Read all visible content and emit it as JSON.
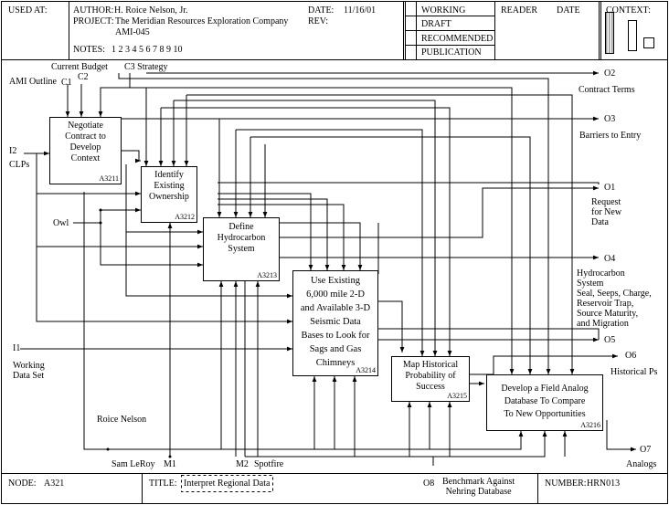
{
  "header": {
    "used_at": "USED AT:",
    "author_label": "AUTHOR:",
    "author_value": "H. Roice Nelson, Jr.",
    "project_label": "PROJECT:",
    "project_value": "The Meridian Resources Exploration Company",
    "project_value_2": "AMI-045",
    "date_label": "DATE:",
    "date_value": "11/16/01",
    "rev_label": "REV:",
    "notes_label": "NOTES:",
    "notes_numbers": "1   2   3   4   5   6   7   8   9   10",
    "status": [
      "WORKING",
      "DRAFT",
      "RECOMMENDED",
      "PUBLICATION"
    ],
    "reader_label": "READER",
    "date2_label": "DATE",
    "context_label": "CONTEXT:"
  },
  "footer": {
    "node_label": "NODE:",
    "node_value": "A321",
    "title_label": "TITLE:",
    "title_value": "Interpret Regional Data",
    "number_label": "NUMBER:",
    "number_value": "HRN013"
  },
  "activities": [
    {
      "label": "Negotiate\nContract to\nDevelop\nContext",
      "code": "A3211"
    },
    {
      "label": "Identify\nExisting\nOwnership",
      "code": "A3212"
    },
    {
      "label": "Define\nHydrocarbon\nSystem",
      "code": "A3213"
    },
    {
      "label": "Use Existing\n6,000 mile 2-D\nand Available 3-D\nSeismic Data\nBases to Look for\nSags and Gas\nChimneys",
      "code": "A3214"
    },
    {
      "label": "Map Historical\nProbability of\nSuccess",
      "code": "A3215"
    },
    {
      "label": "Develop a Field Analog\nDatabase To Compare\nTo New Opportunities",
      "code": "A3216"
    }
  ],
  "arrows": {
    "current_budget": "Current Budget",
    "c3": "C3 Strategy",
    "ami_outline": "AMI Outline",
    "c1": "C1",
    "c2": "C2",
    "i2": "I2",
    "clps": "CLPs",
    "owl": "Owl",
    "i1": "I1",
    "working_data_set": "Working\nData Set",
    "roice_nelson": "Roice Nelson",
    "sam_leroy": "Sam LeRoy",
    "m1": "M1",
    "m2": "M2",
    "spotfire": "Spotfire",
    "o8": "O8",
    "benchmark": "Benchmark Against\nNehring Database",
    "o2": "O2",
    "contract_terms": "Contract Terms",
    "o3": "O3",
    "barriers": "Barriers to Entry",
    "o1": "O1",
    "request": "Request\nfor New\nData",
    "o4": "O4",
    "hydrocarbon_system": "Hydrocarbon\nSystem\nSeal, Seeps, Charge,\nReservoir Trap,\nSource Maturity,\nand Migration",
    "o5": "O5",
    "o6": "O6",
    "historical_ps": "Historical Ps",
    "o7": "O7",
    "analogs": "Analogs"
  }
}
